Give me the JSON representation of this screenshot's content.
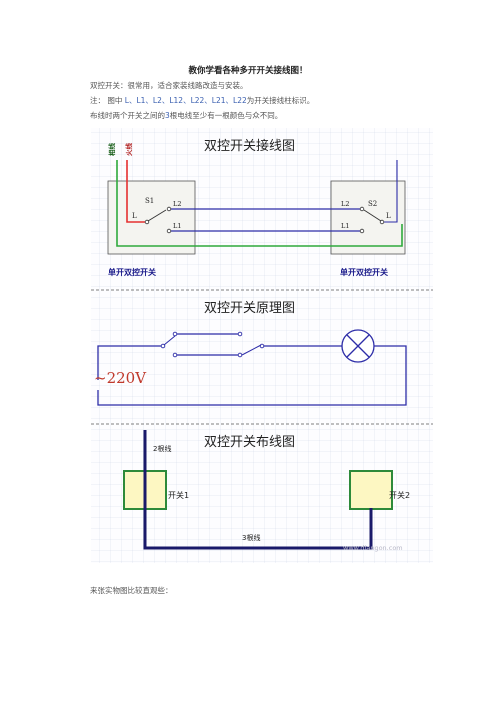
{
  "article": {
    "title": "教你学看各种多开开关接线图！",
    "line1": "双控开关：很常用，适合家装线路改造与安装。",
    "note_prefix": "注：  图中",
    "note_terms": "L、L1、L2、L12、L22、L21、L22",
    "note_suffix": "为开关接线柱标识。",
    "line3_prefix": "布线时两个开关之间的",
    "line3_num": "3",
    "line3_suffix": "根电线至少有一根颜色与众不同。",
    "footer": "来张实物图比较直观些："
  },
  "diagram1": {
    "title": "双控开关接线图",
    "wire_label_a": "相线",
    "wire_label_b": "火线",
    "switch_left_name": "S1",
    "switch_right_name": "S2",
    "term_L": "L",
    "term_L1": "L1",
    "term_L2": "L2",
    "caption_left": "单开双控开关",
    "caption_right": "单开双控开关"
  },
  "diagram2": {
    "title": "双控开关原理图",
    "voltage": "~220V"
  },
  "diagram3": {
    "title": "双控开关布线图",
    "wires_top": "2根线",
    "switch_left": "开关1",
    "switch_right": "开关2",
    "wires_bottom": "3根线",
    "watermark": "www.diangon.com"
  },
  "colors": {
    "grid": "#cfd8e8",
    "wire_green": "#2eaa3c",
    "wire_red": "#e53030",
    "wire_blue": "#2d2da8",
    "switch_fill": "#fdf7c2",
    "switch_border": "#2e8a3a",
    "caption": "#1a1a8a",
    "voltage": "#c0392b",
    "link": "#3a5fb0"
  }
}
